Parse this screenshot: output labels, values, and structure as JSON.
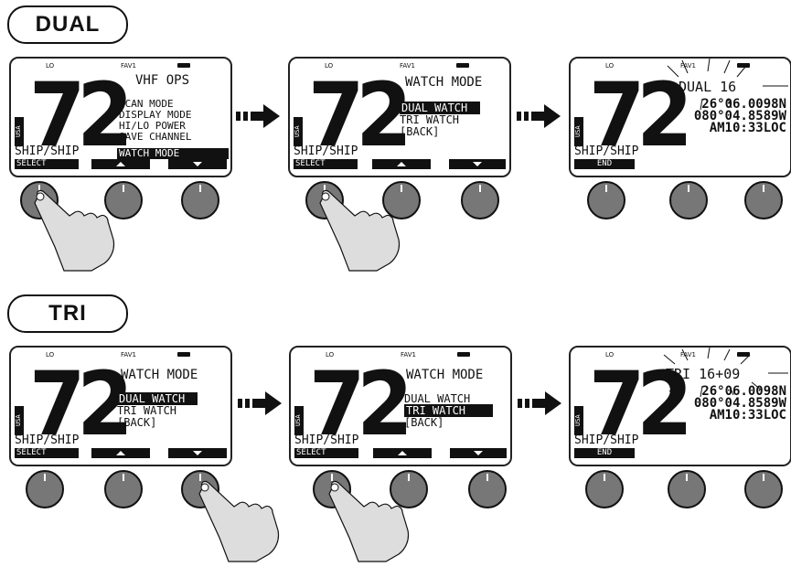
{
  "sections": {
    "dual": "DUAL",
    "tri": "TRI"
  },
  "common": {
    "channel": "72",
    "power": "LO",
    "favorite": "FAV1",
    "region": "USA",
    "channel_name": "SHIP/SHIP",
    "select_key": "SELECT",
    "end_key": "END"
  },
  "vhf_ops": {
    "title": "VHF OPS",
    "items": [
      "SCAN MODE",
      "DISPLAY MODE",
      "HI/LO POWER",
      "SAVE CHANNEL",
      "WATCH MODE"
    ]
  },
  "watch_mode": {
    "title": "WATCH MODE",
    "items": [
      "DUAL WATCH",
      "TRI WATCH",
      "[BACK]"
    ]
  },
  "dual_result": {
    "label": "DUAL 16",
    "lat": "26°06.0098N",
    "lon": "080°04.8589W",
    "time": "AM10:33LOC"
  },
  "tri_result": {
    "label": "TRI 16+09",
    "lat": "26°06.0098N",
    "lon": "080°04.8589W",
    "time": "AM10:33LOC"
  },
  "colors": {
    "knob": "#777777",
    "ink": "#111111"
  }
}
